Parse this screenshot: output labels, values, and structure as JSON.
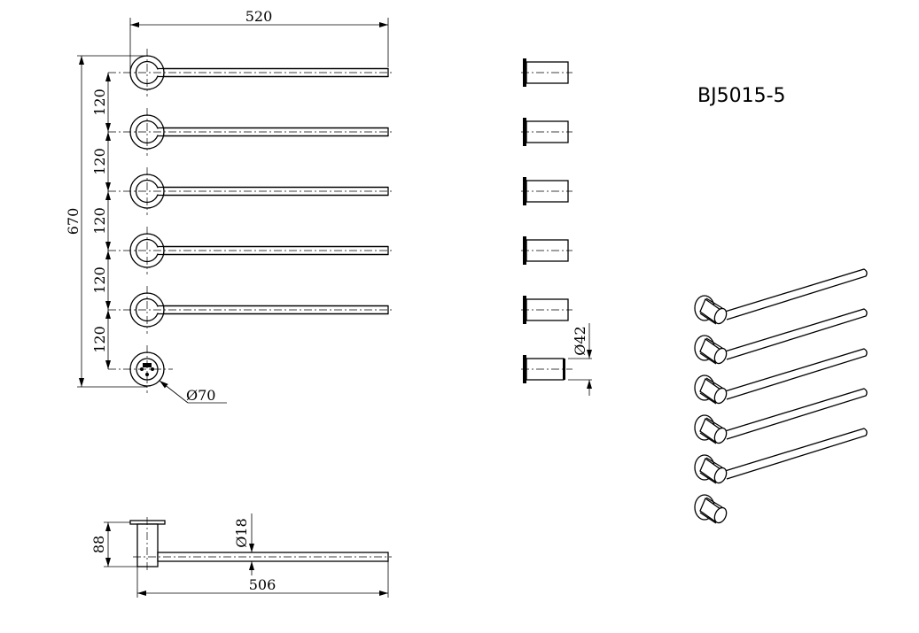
{
  "title": "BJ5015-5",
  "front_view": {
    "width_dim": "520",
    "height_dim": "670",
    "spacing_dims": [
      "120",
      "120",
      "120",
      "120",
      "120"
    ],
    "diameter_dim": "Ø70"
  },
  "side_view": {
    "diameter_dim": "Ø42"
  },
  "top_view": {
    "depth_dim": "88",
    "length_dim": "506",
    "bar_diameter_dim": "Ø18"
  },
  "arm_count": 5,
  "hook_count": 1
}
